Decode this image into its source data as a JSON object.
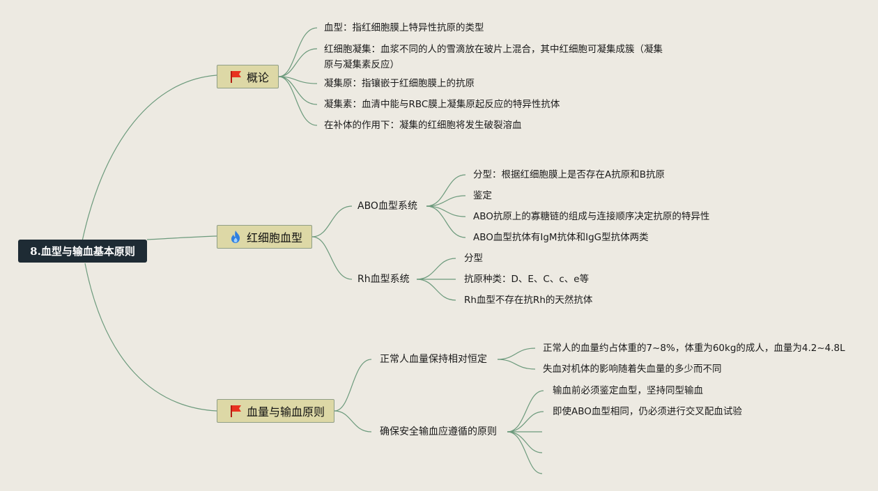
{
  "root": {
    "label": "8.血型与输血基本原则"
  },
  "branches": [
    {
      "label": "概论",
      "icon": "red-flag-icon",
      "leaves": [
        "血型：指红细胞膜上特异性抗原的类型",
        "红细胞凝集：血浆不同的人的雪滴放在玻片上混合，其中红细胞可凝集成簇（凝集原与凝集素反应）",
        "凝集原：指镶嵌于红细胞膜上的抗原",
        "凝集素：血清中能与RBC膜上凝集原起反应的特异性抗体",
        "在补体的作用下：凝集的红细胞将发生破裂溶血"
      ]
    },
    {
      "label": "红细胞血型",
      "icon": "blue-flame-icon",
      "subs": [
        {
          "label": "ABO血型系统",
          "leaves": [
            "分型：根据红细胞膜上是否存在A抗原和B抗原",
            "鉴定",
            "ABO抗原上的寡糖链的组成与连接顺序决定抗原的特异性",
            "ABO血型抗体有IgM抗体和IgG型抗体两类"
          ]
        },
        {
          "label": "Rh血型系统",
          "leaves": [
            "分型",
            "抗原种类：D、E、C、c、e等",
            "Rh血型不存在抗Rh的天然抗体"
          ]
        }
      ]
    },
    {
      "label": "血量与输血原则",
      "icon": "red-flag-icon",
      "subs": [
        {
          "label": "正常人血量保持相对恒定",
          "leaves": [
            "正常人的血量约占体重的7~8%，体重为60kg的成人，血量为4.2~4.8L",
            "失血对机体的影响随着失血量的多少而不同"
          ]
        },
        {
          "label": "确保安全输血应遵循的原则",
          "leaves": [
            "输血前必须鉴定血型，坚持同型输血",
            "即使ABO血型相同，仍必须进行交叉配血试验",
            "",
            "",
            ""
          ]
        }
      ]
    }
  ]
}
